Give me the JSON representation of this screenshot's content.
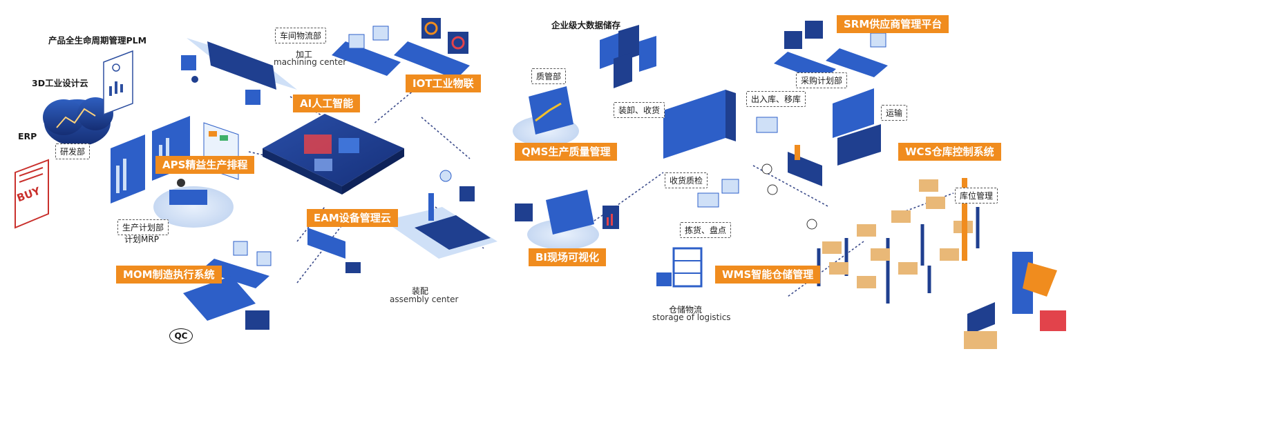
{
  "colors": {
    "accent_orange": "#f08c1e",
    "navy": "#1f3f8f",
    "blue": "#2d5fc8",
    "light_blue": "#cfe0f7",
    "connector": "#3a4a8a"
  },
  "modules": {
    "ai": "AI人工智能",
    "iot": "IOT工业物联",
    "aps": "APS精益生产排程",
    "eam": "EAM设备管理云",
    "mom": "MOM制造执行系统",
    "qms": "QMS生产质量管理",
    "bi": "BI现场可视化",
    "srm": "SRM供应商管理平台",
    "wcs": "WCS仓库控制系统",
    "wms": "WMS智能仓储管理"
  },
  "labels": {
    "plm": "产品全生命周期管理PLM",
    "cloud3d": "3D工业设计云",
    "erp": "ERP",
    "buy": "BUY",
    "bigdata": "企业级大数据储存",
    "machining_cn": "加工",
    "machining_en": "machining center",
    "assembly_cn": "装配",
    "assembly_en": "assembly center",
    "storage_cn": "仓储物流",
    "storage_en": "storage of logistics",
    "qc": "QC",
    "mrp": "计划MRP"
  },
  "callouts": {
    "workshop": "车间物流部",
    "rd": "研发部",
    "production_plan": "生产计划部",
    "quality": "质管部",
    "procurement": "采购计划部",
    "load_unload": "装卸、收货",
    "in_out": "出入库、移库",
    "transport": "运输",
    "receive_inspect": "收货质检",
    "location": "库位管理",
    "pick_count": "拣货、盘点"
  }
}
